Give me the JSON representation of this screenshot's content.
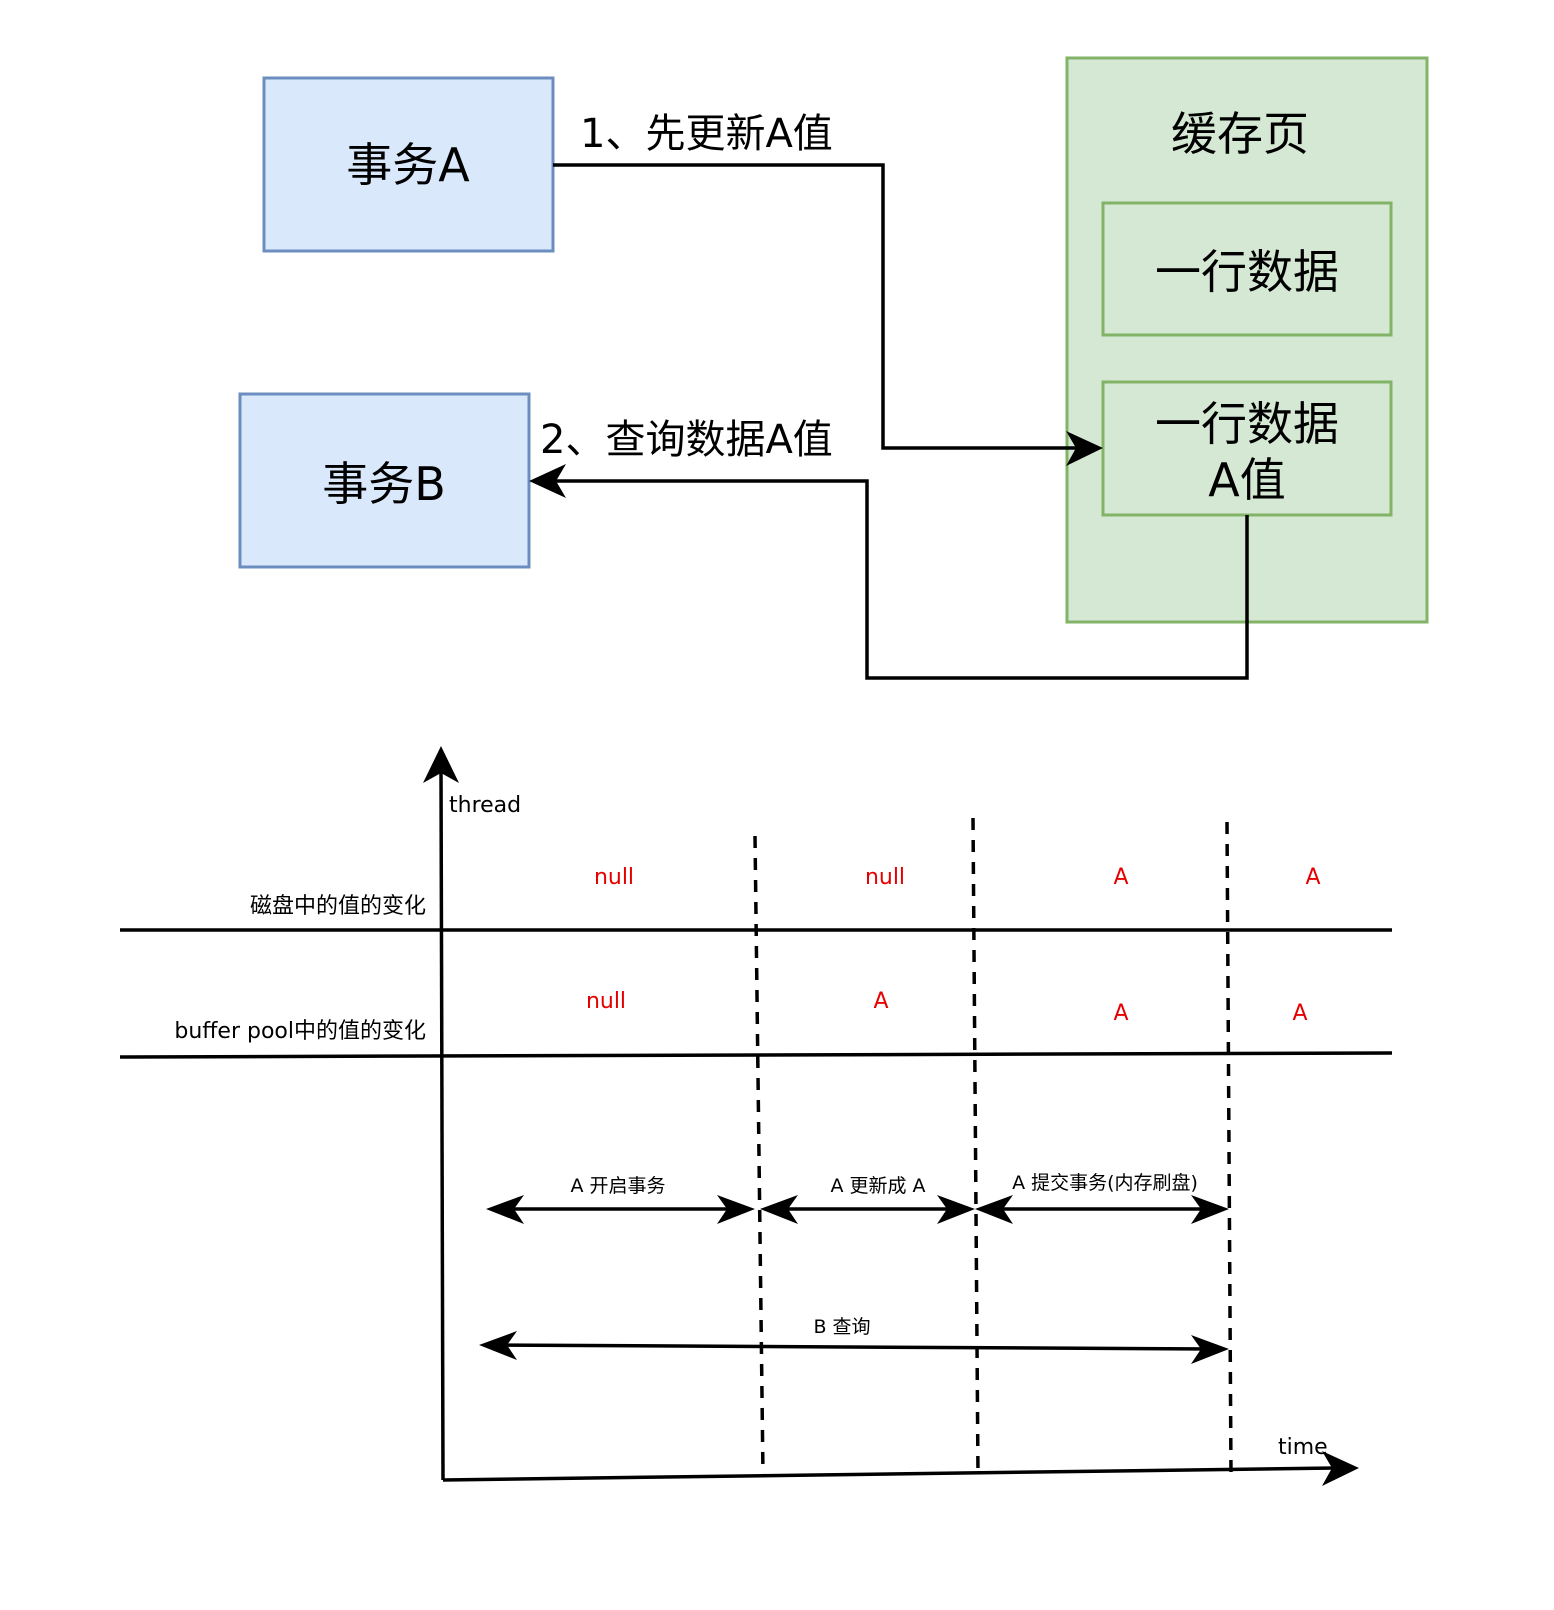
{
  "top_diagram": {
    "transaction_a": "事务A",
    "transaction_b": "事务B",
    "cache_page": {
      "title": "缓存页",
      "row_1": "一行数据",
      "row_2_line1": "一行数据",
      "row_2_line2": "A值"
    },
    "step_1": "1、先更新A值",
    "step_2": "2、查询数据A值",
    "colors": {
      "transaction_fill": "#dae8fc",
      "transaction_stroke": "#6c8ebf",
      "cache_fill": "#d5e8d4",
      "cache_stroke": "#82b366"
    }
  },
  "timeline": {
    "y_axis_label": "thread",
    "x_axis_label": "time",
    "rows": [
      {
        "label": "磁盘中的值的变化",
        "values": [
          "null",
          "null",
          "A",
          "A"
        ]
      },
      {
        "label": "buffer pool中的值的变化",
        "values": [
          "null",
          "A",
          "A",
          "A"
        ]
      }
    ],
    "spans": {
      "a_start": "A 开启事务",
      "a_update": "A 更新成 A",
      "a_commit": "A 提交事务(内存刷盘)",
      "b_query": "B 查询"
    },
    "value_color": "#e60000"
  }
}
